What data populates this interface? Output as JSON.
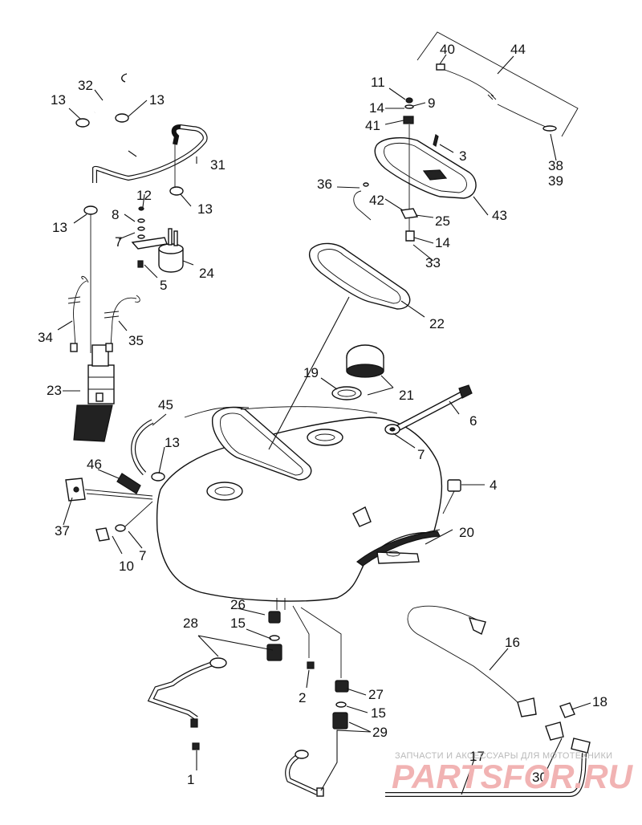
{
  "callouts": {
    "c40": "40",
    "c44": "44",
    "c11": "11",
    "c9": "9",
    "c14a": "14",
    "c41": "41",
    "c3": "3",
    "c38": "38",
    "c39": "39",
    "c36": "36",
    "c42": "42",
    "c25": "25",
    "c43": "43",
    "c14b": "14",
    "c33": "33",
    "c32": "32",
    "c13a": "13",
    "c13b": "13",
    "c31": "31",
    "c12": "12",
    "c8": "8",
    "c7a": "7",
    "c13c": "13",
    "c13d": "13",
    "c24": "24",
    "c5": "5",
    "c34": "34",
    "c35": "35",
    "c23": "23",
    "c22": "22",
    "c19": "19",
    "c21": "21",
    "c6": "6",
    "c7b": "7",
    "c45": "45",
    "c13e": "13",
    "c46": "46",
    "c37": "37",
    "c4": "4",
    "c20": "20",
    "c10": "10",
    "c7c": "7",
    "c26": "26",
    "c28": "28",
    "c15a": "15",
    "c2": "2",
    "c27": "27",
    "c15b": "15",
    "c29": "29",
    "c1": "1",
    "c16": "16",
    "c18": "18",
    "c17": "17",
    "c30": "30"
  },
  "watermark": {
    "line1": "ЗАПЧАСТИ И АКСЕССУАРЫ ДЛЯ МОТОТЕХНИКИ",
    "line2": "PARTSFOR.RU"
  }
}
